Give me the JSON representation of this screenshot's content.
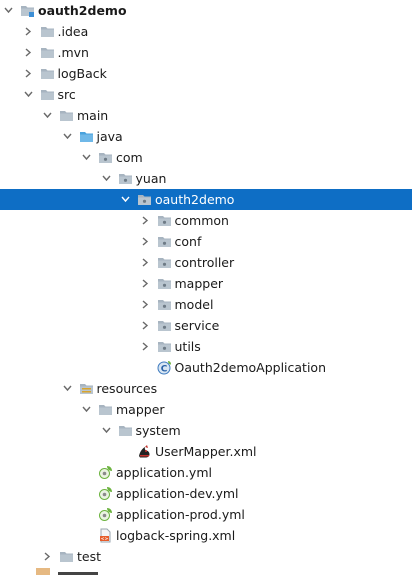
{
  "tree": [
    {
      "label": "oauth2demo",
      "depth": 0,
      "arrow": "down",
      "icon": "module-folder-icon",
      "bold": true
    },
    {
      "label": ".idea",
      "depth": 1,
      "arrow": "right",
      "icon": "folder-icon"
    },
    {
      "label": ".mvn",
      "depth": 1,
      "arrow": "right",
      "icon": "folder-icon"
    },
    {
      "label": "logBack",
      "depth": 1,
      "arrow": "right",
      "icon": "folder-icon"
    },
    {
      "label": "src",
      "depth": 1,
      "arrow": "down",
      "icon": "folder-icon"
    },
    {
      "label": "main",
      "depth": 2,
      "arrow": "down",
      "icon": "folder-icon"
    },
    {
      "label": "java",
      "depth": 3,
      "arrow": "down",
      "icon": "source-folder-icon"
    },
    {
      "label": "com",
      "depth": 4,
      "arrow": "down",
      "icon": "package-icon"
    },
    {
      "label": "yuan",
      "depth": 5,
      "arrow": "down",
      "icon": "package-icon"
    },
    {
      "label": "oauth2demo",
      "depth": 6,
      "arrow": "down",
      "icon": "package-icon",
      "selected": true
    },
    {
      "label": "common",
      "depth": 7,
      "arrow": "right",
      "icon": "package-icon"
    },
    {
      "label": "conf",
      "depth": 7,
      "arrow": "right",
      "icon": "package-icon"
    },
    {
      "label": "controller",
      "depth": 7,
      "arrow": "right",
      "icon": "package-icon"
    },
    {
      "label": "mapper",
      "depth": 7,
      "arrow": "right",
      "icon": "package-icon"
    },
    {
      "label": "model",
      "depth": 7,
      "arrow": "right",
      "icon": "package-icon"
    },
    {
      "label": "service",
      "depth": 7,
      "arrow": "right",
      "icon": "package-icon"
    },
    {
      "label": "utils",
      "depth": 7,
      "arrow": "right",
      "icon": "package-icon"
    },
    {
      "label": "Oauth2demoApplication",
      "depth": 7,
      "arrow": "none",
      "icon": "spring-class-icon"
    },
    {
      "label": "resources",
      "depth": 3,
      "arrow": "down",
      "icon": "resources-folder-icon"
    },
    {
      "label": "mapper",
      "depth": 4,
      "arrow": "down",
      "icon": "folder-icon"
    },
    {
      "label": "system",
      "depth": 5,
      "arrow": "down",
      "icon": "folder-icon"
    },
    {
      "label": "UserMapper.xml",
      "depth": 6,
      "arrow": "none",
      "icon": "mybatis-xml-icon"
    },
    {
      "label": "application.yml",
      "depth": 4,
      "arrow": "none",
      "icon": "spring-config-icon"
    },
    {
      "label": "application-dev.yml",
      "depth": 4,
      "arrow": "none",
      "icon": "spring-config-icon"
    },
    {
      "label": "application-prod.yml",
      "depth": 4,
      "arrow": "none",
      "icon": "spring-config-icon"
    },
    {
      "label": "logback-spring.xml",
      "depth": 4,
      "arrow": "none",
      "icon": "xml-file-icon"
    },
    {
      "label": "test",
      "depth": 2,
      "arrow": "right",
      "icon": "folder-icon"
    }
  ]
}
